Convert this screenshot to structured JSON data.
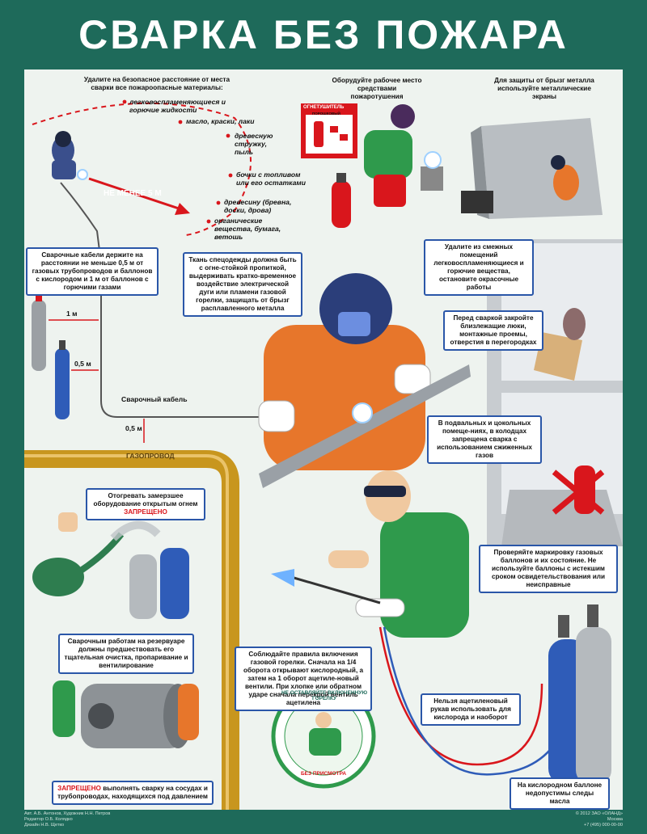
{
  "title": "СВАРКА БЕЗ ПОЖАРА",
  "top_left": {
    "intro": "Удалите на безопасное расстояние от места сварки все пожароопасные материалы:",
    "distance_label": "НЕ МЕНЕЕ 5 М",
    "items": [
      "легковоспламеняющиеся и горючие жидкости",
      "масло, краски, лаки",
      "древесную стружку, пыль",
      "бочки с топливом или его остатками",
      "древесину (бревна, доски, дрова)",
      "органические вещества, бумага, ветошь"
    ]
  },
  "top_middle": {
    "caption": "Оборудуйте рабочее место средствами пожаротушения",
    "sign_title": "ОГНЕТУШИТЕЛЬ",
    "sign_sub": "ПОРОШКОВЫЙ"
  },
  "top_right": {
    "caption": "Для защиты от брызг металла используйте металлические экраны"
  },
  "cables": {
    "text": "Сварочные кабели держите на расстоянии не меньше 0,5 м от газовых трубопроводов и баллонов с кислородом и 1 м от баллонов с горючими газами",
    "dist_1m": "1 м",
    "dist_05m_a": "0,5 м",
    "dist_05m_b": "0,5 м",
    "cable_label": "Сварочный кабель",
    "pipe_label": "ГАЗОПРОВОД"
  },
  "clothing": {
    "text": "Ткань спецодежды должна быть с огне-стойкой пропиткой, выдерживать кратко-временное воздействие электрической дуги или пламени газовой горелки, защищать от брызг расплавленного металла"
  },
  "adjacent": {
    "text": "Удалите из смежных помещений легковоспламеняющиеся и горючие вещества, остановите окрасочные работы"
  },
  "hatches": {
    "text": "Перед сваркой закройте близлежащие люки, монтажные проемы, отверстия в перегородках"
  },
  "basement": {
    "text": "В подвальных и цокольных помеще-ниях, в колодцах запрещена сварка с использованием сжиженных газов"
  },
  "frozen": {
    "text": "Отогревать замерзшее оборудование открытым огнем",
    "forbidden": "ЗАПРЕЩЕНО"
  },
  "tank": {
    "text": "Сварочным работам на резервуаре должны предшествовать его тщательная очистка, пропаривание и вентилирование"
  },
  "torch": {
    "text": "Соблюдайте правила включения газовой горелки. Сначала на 1/4 оборота открывают кислородный, а затем на 1 оборот ацетиле-новый вентили. При хлопке или обратном ударе сначала перекрой вентиль ацетилена"
  },
  "cylinders": {
    "text": "Проверяйте маркировку газовых баллонов и их состояние. Не используйте баллоны с истекшим сроком освидетельствования или неисправные"
  },
  "hose": {
    "text": "Нельзя ацетиленовый рукав использовать для кислорода и наоборот"
  },
  "oxygen": {
    "text": "На кислородном баллоне недопустимы следы масла"
  },
  "pressure": {
    "forbidden": "ЗАПРЕЩЕНО",
    "text": "выполнять сварку на сосудах и трубопроводах, находящихся под давлением"
  },
  "badge": {
    "top": "НЕ ОСТАВЛЯЙТЕ ВКЛЮЧЕННУЮ ГОРЕЛКУ",
    "bottom": "БЕЗ ПРИСМОТРА"
  },
  "footer": {
    "left": "Авт. А.Б. Антонов, Художник Н.Н. Петров\nРедактор О.Б. Колядко\nДизайн Н.В. Щетко",
    "right": "© 2012 ЗАО «ОЛАНД»\nМосква\n+7 (495) 000-00-00"
  },
  "colors": {
    "frame": "#1e6a5a",
    "panel": "#eef3ef",
    "box_border": "#2a56a8",
    "warning_red": "#d9161c",
    "suit_orange": "#e7762b",
    "suit_green": "#2f9a4c",
    "pipe_gold": "#c8961e",
    "oxygen_blue": "#2f5cb8"
  }
}
